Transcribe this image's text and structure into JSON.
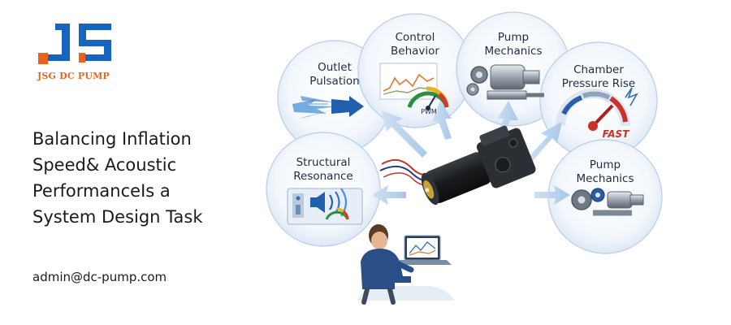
{
  "brand": {
    "name": "JSG DC PUMP",
    "colors": {
      "orange": "#e8641e",
      "blue": "#1565c0"
    }
  },
  "headline": {
    "lines": [
      "Balancing Inflation",
      "Speed& Acoustic",
      "PerformanceIs a",
      "System Design Task"
    ]
  },
  "contact": {
    "email": "admin@dc-pump.com"
  },
  "diagram": {
    "outlet_pulsation": {
      "title_lines": [
        "Outlet",
        "Pulsation"
      ],
      "icon": "flow-arrows-icon"
    },
    "control_behavior": {
      "title_lines": [
        "Control",
        "Behavior"
      ],
      "icon": "pwm-gauge-icon",
      "gauge_label": "PWM"
    },
    "pump_mechanics_top": {
      "title_lines": [
        "Pump",
        "Mechanics"
      ],
      "icon": "gears-shaft-icon"
    },
    "chamber_pressure": {
      "title_lines": [
        "Chamber",
        "Pressure Rise"
      ],
      "icon": "pressure-gauge-icon",
      "gauge_label": "FAST"
    },
    "structural_resonance": {
      "title_lines": [
        "Structural",
        "Resonance"
      ],
      "icon": "speaker-panel-icon"
    },
    "pump_mechanics_right": {
      "title_lines": [
        "Pump",
        "Mechanics"
      ],
      "icon": "gears-shaft-icon"
    }
  }
}
